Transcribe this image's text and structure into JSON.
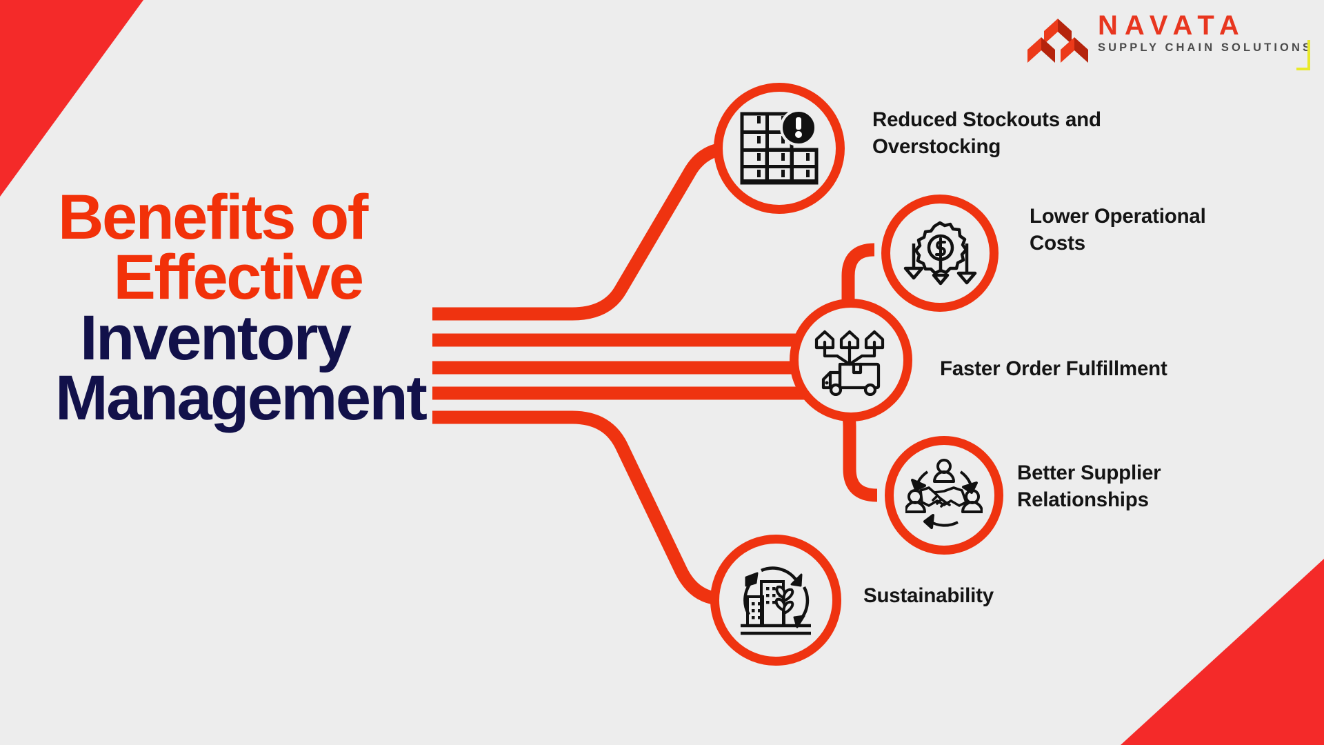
{
  "brand": {
    "name": "NAVATA",
    "tagline": "SUPPLY CHAIN SOLUTIONS",
    "logo_mark_icon": "navata-chevron-blocks-icon",
    "accent_red": "#e8361f",
    "accent_yellow": "#e9e92a",
    "tagline_gray": "#4b4b4b"
  },
  "headline": {
    "line1": "Benefits of",
    "line2": "Effective",
    "line3": "Inventory",
    "line4": "Management",
    "red": "#f23109",
    "navy": "#12114a"
  },
  "theme": {
    "background": "#ededed",
    "connector_red": "#ef3310",
    "corner_red": "#f42a29",
    "label_color": "#141414",
    "icon_color": "#111111"
  },
  "benefits": [
    {
      "id": "reduced-stockouts",
      "label_line1": "Reduced Stockouts and",
      "label_line2": "Overstocking",
      "icon": "warehouse-shelf-alert-icon"
    },
    {
      "id": "lower-operational-costs",
      "label_line1": "Lower Operational",
      "label_line2": "Costs",
      "icon": "gear-dollar-down-arrows-icon"
    },
    {
      "id": "faster-order-fulfillment",
      "label_line1": "Faster Order Fulfillment",
      "label_line2": "",
      "icon": "delivery-truck-houses-icon"
    },
    {
      "id": "better-supplier-relationships",
      "label_line1": "Better Supplier",
      "label_line2": "Relationships",
      "icon": "handshake-people-cycle-icon"
    },
    {
      "id": "sustainability",
      "label_line1": "Sustainability",
      "label_line2": "",
      "icon": "green-buildings-recycle-icon"
    }
  ]
}
